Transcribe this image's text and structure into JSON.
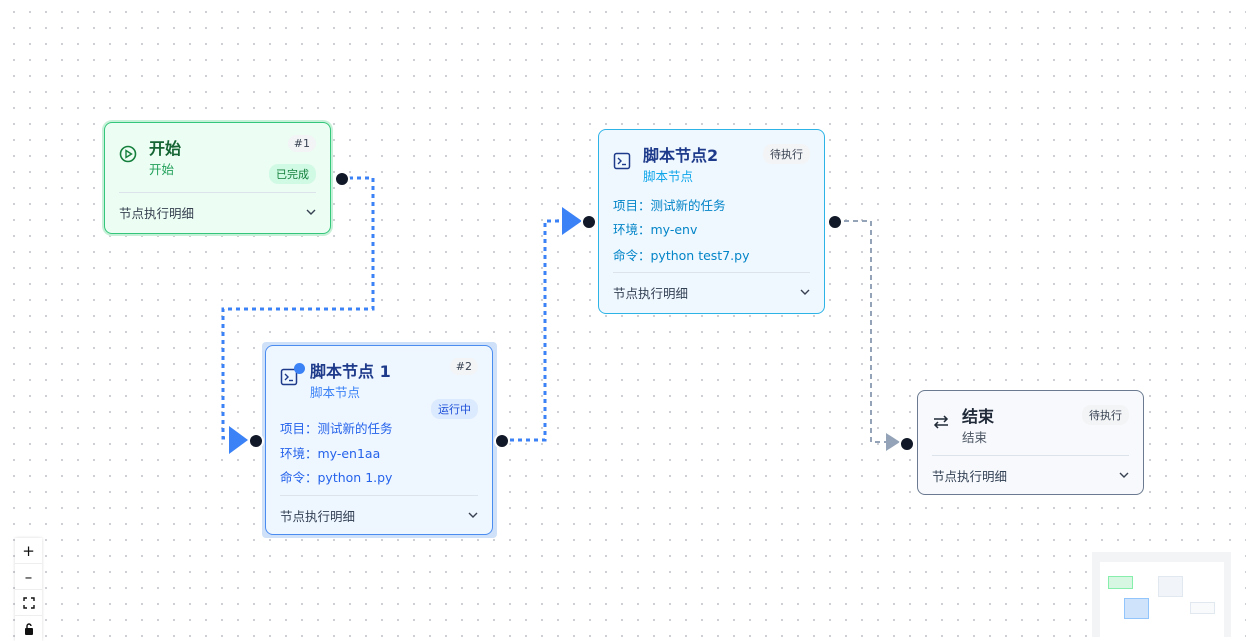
{
  "nodes": {
    "start": {
      "title": "开始",
      "subtitle": "开始",
      "number": "#1",
      "status": "已完成",
      "footer": "节点执行明细"
    },
    "script1": {
      "title": "脚本节点 1",
      "subtitle": "脚本节点",
      "number": "#2",
      "status": "运行中",
      "project": "项目：测试新的任务",
      "env": "环境：my-en1aa",
      "cmd": "命令：python 1.py",
      "footer": "节点执行明细"
    },
    "script2": {
      "title": "脚本节点2",
      "subtitle": "脚本节点",
      "status": "待执行",
      "project": "项目：测试新的任务",
      "env": "环境：my-env",
      "cmd": "命令：python test7.py",
      "footer": "节点执行明细"
    },
    "end": {
      "title": "结束",
      "subtitle": "结束",
      "status": "待执行",
      "footer": "节点执行明细"
    }
  },
  "controls": {
    "zoom_in": "+",
    "zoom_out": "–"
  },
  "colors": {
    "running_edge": "#3b82f6",
    "pending_edge": "#94a3b8",
    "done": "#34c77b",
    "running": "#4b8cf0",
    "pending_script": "#2eb3e6",
    "pending_end": "#6b7a90"
  },
  "icons": [
    "play-circle-icon",
    "terminal-icon",
    "swap-arrows-icon",
    "chevron-down-icon",
    "fit-view-icon",
    "lock-icon"
  ]
}
